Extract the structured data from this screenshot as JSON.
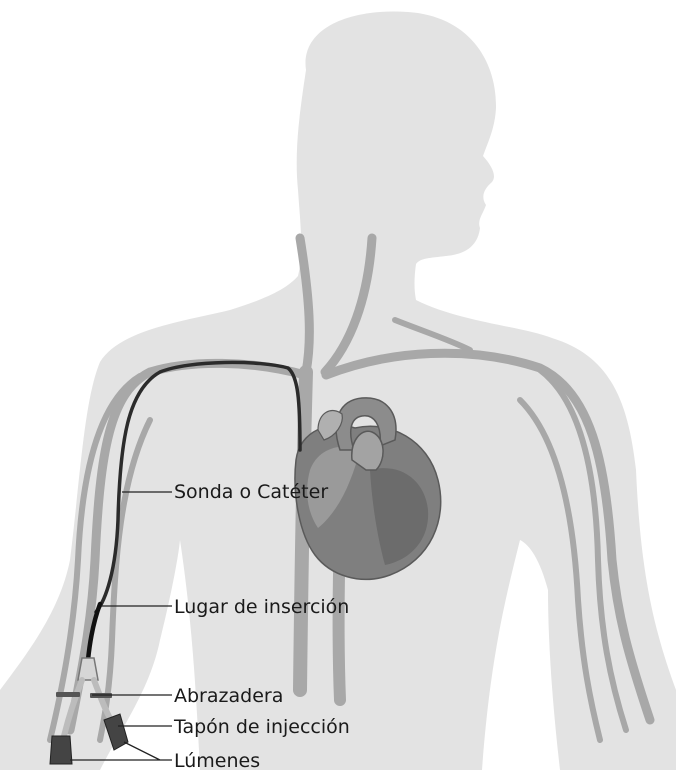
{
  "diagram": {
    "labels": {
      "catheter": "Sonda o Catéter",
      "insertion_site": "Lugar de inserción",
      "clamp": "Abrazadera",
      "injection_cap": "Tapón de injección",
      "lumens": "Lúmenes"
    }
  }
}
